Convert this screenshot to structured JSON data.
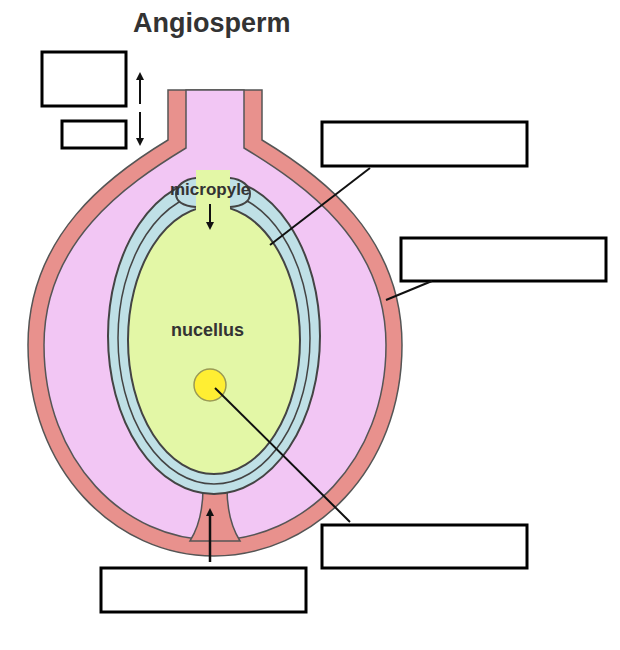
{
  "diagram": {
    "title": "Angiosperm",
    "labels": [
      "micropyle",
      "nucellus"
    ]
  }
}
